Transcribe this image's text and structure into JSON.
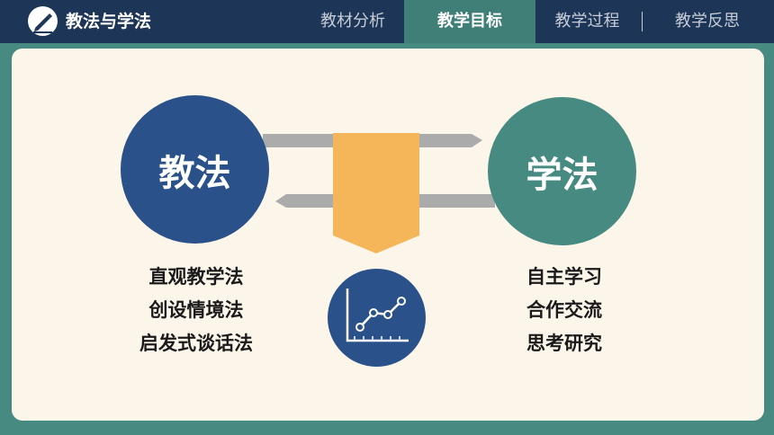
{
  "header": {
    "title": "教法与学法",
    "tabs": [
      {
        "label": "教材分析",
        "active": false
      },
      {
        "label": "教学目标",
        "active": true
      },
      {
        "label": "教学过程",
        "active": false
      },
      {
        "label": "教学反思",
        "active": false
      }
    ]
  },
  "main": {
    "left_circle": "教法",
    "right_circle": "学法",
    "left_items": [
      "直观教学法",
      "创设情境法",
      "启发式谈话法"
    ],
    "right_items": [
      "自主学习",
      "合作交流",
      "思考研究"
    ]
  },
  "colors": {
    "header_bg": "#1d3557",
    "active_tab": "#3f7f77",
    "frame": "#468a82",
    "panel": "#fcf5ea",
    "navy": "#2a5189",
    "teal": "#468a82",
    "ribbon": "#f5b65a",
    "arrow": "#ababab"
  },
  "icons": {
    "logo": "pen-book-icon",
    "center": "line-chart-icon"
  }
}
